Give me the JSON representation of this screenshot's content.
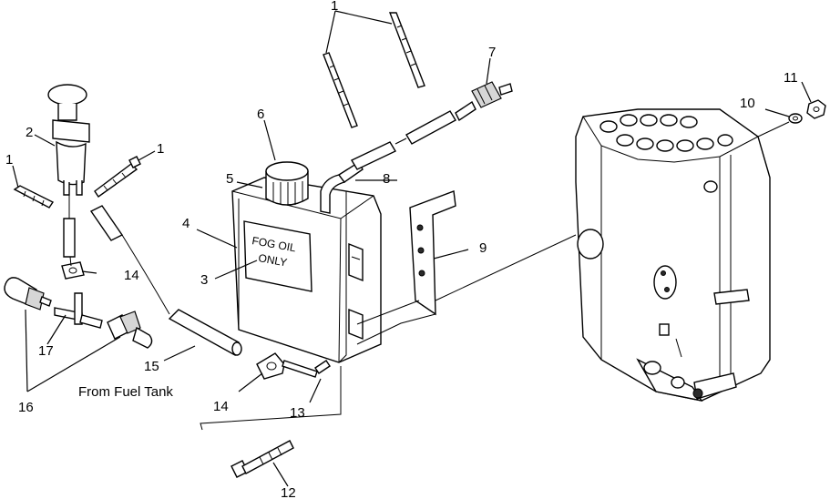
{
  "callouts": {
    "n1a": "1",
    "n1b": "1",
    "n1c": "1",
    "n2": "2",
    "n3": "3",
    "n4": "4",
    "n5": "5",
    "n6": "6",
    "n7": "7",
    "n8": "8",
    "n9": "9",
    "n10": "10",
    "n11": "11",
    "n12": "12",
    "n13": "13",
    "n14a": "14",
    "n14b": "14",
    "n15": "15",
    "n16": "16",
    "n17": "17"
  },
  "caption": "From Fuel Tank",
  "tank_label": {
    "line1": "FOG OIL",
    "line2": "ONLY"
  }
}
